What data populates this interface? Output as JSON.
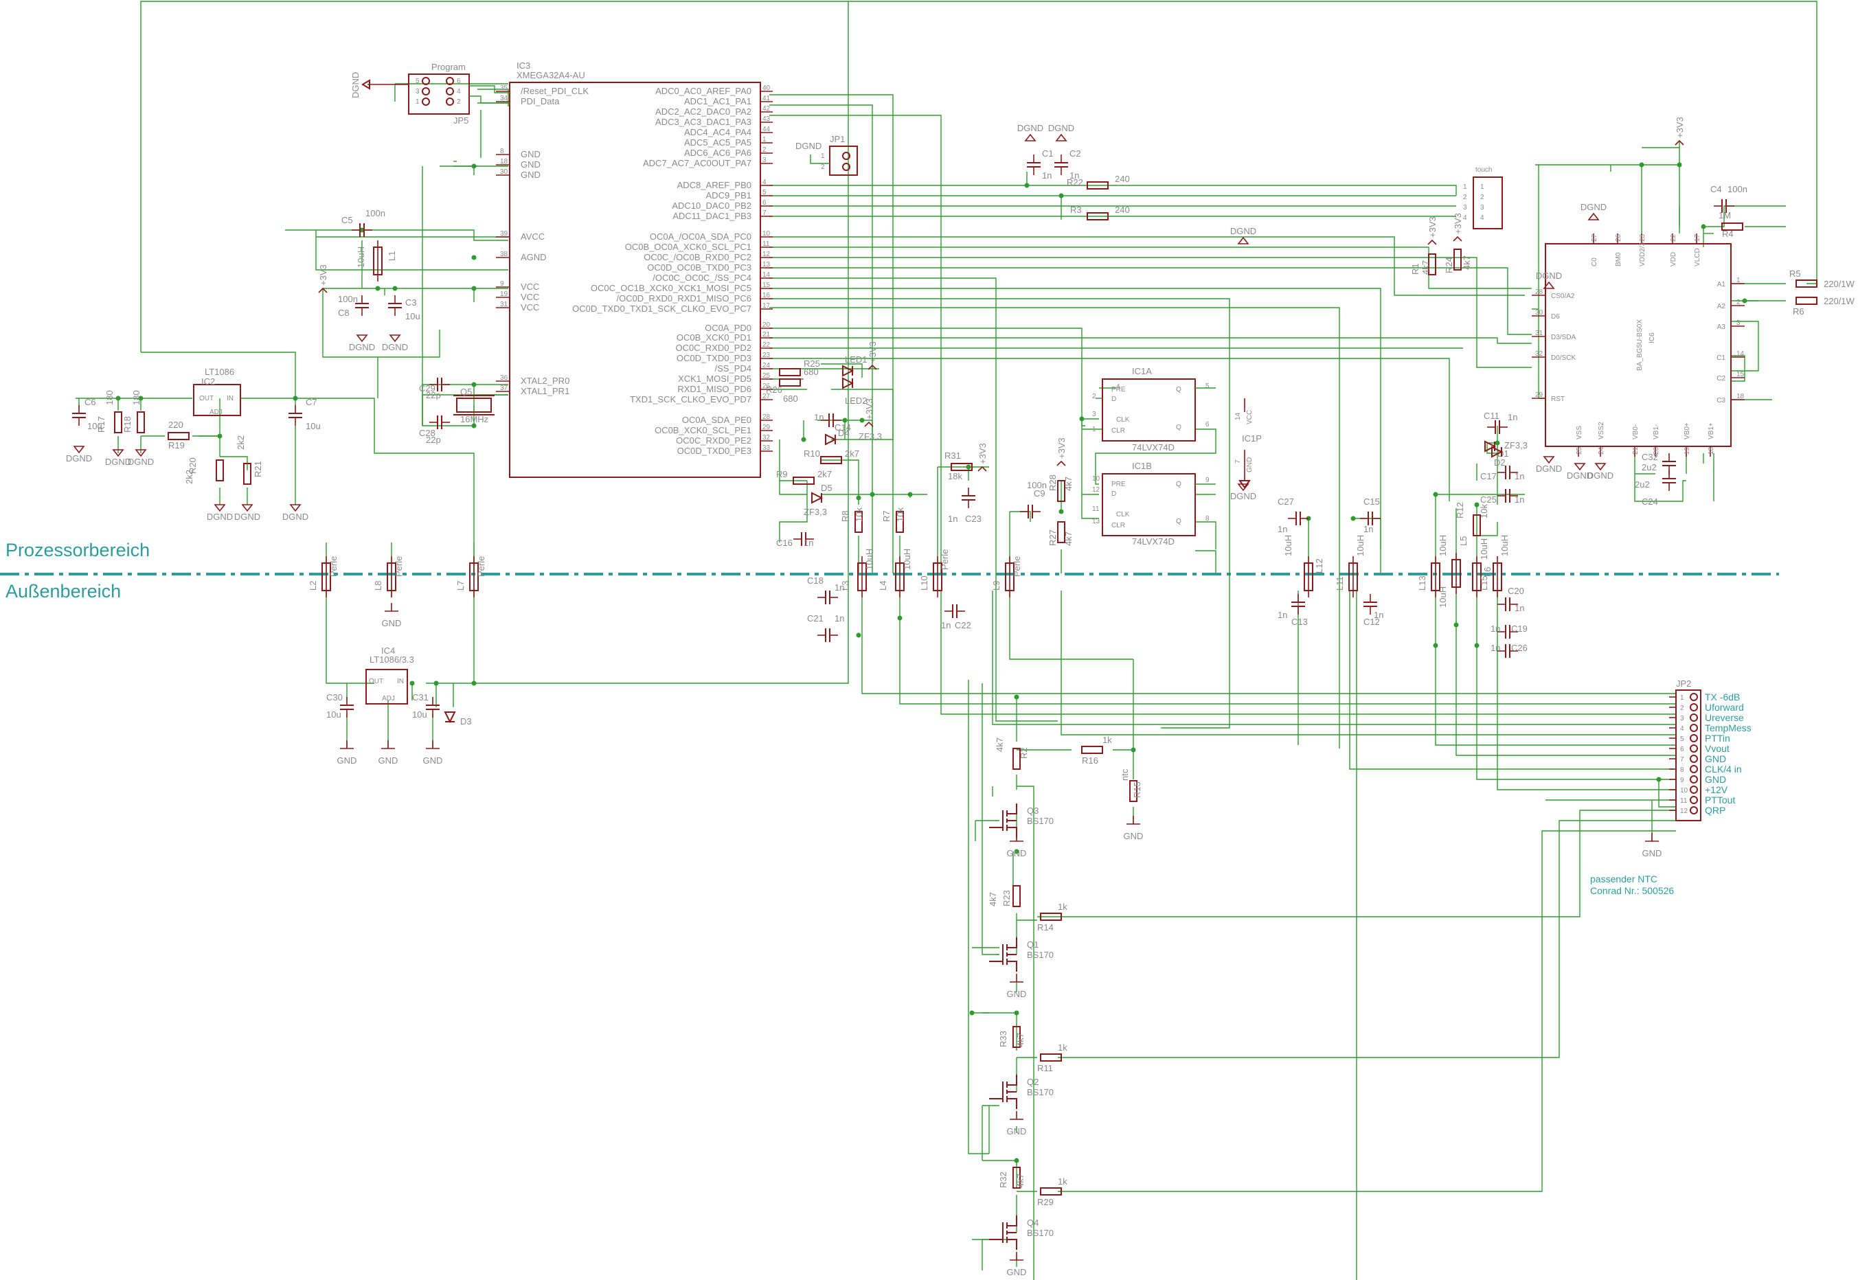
{
  "zones": {
    "upper": "Prozessorbereich",
    "lower": "Außenbereich"
  },
  "ic3": {
    "ref": "IC3",
    "part": "XMEGA32A4-AU",
    "left_pins": [
      {
        "n": "35",
        "name": "/Reset_PDI_CLK"
      },
      {
        "n": "34",
        "name": "PDI_Data"
      },
      {
        "n": "8",
        "name": "GND"
      },
      {
        "n": "18",
        "name": "GND"
      },
      {
        "n": "30",
        "name": "GND"
      },
      {
        "n": "39",
        "name": "AVCC"
      },
      {
        "n": "38",
        "name": "AGND"
      },
      {
        "n": "9",
        "name": "VCC"
      },
      {
        "n": "19",
        "name": "VCC"
      },
      {
        "n": "31",
        "name": "VCC"
      },
      {
        "n": "36",
        "name": "XTAL2_PR0"
      },
      {
        "n": "37",
        "name": "XTAL1_PR1"
      }
    ],
    "right_pins": [
      {
        "n": "40",
        "name": "ADC0_AC0_AREF_PA0"
      },
      {
        "n": "41",
        "name": "ADC1_AC1_PA1"
      },
      {
        "n": "42",
        "name": "ADC2_AC2_DAC0_PA2"
      },
      {
        "n": "43",
        "name": "ADC3_AC3_DAC1_PA3"
      },
      {
        "n": "44",
        "name": "ADC4_AC4_PA4"
      },
      {
        "n": "1",
        "name": "ADC5_AC5_PA5"
      },
      {
        "n": "2",
        "name": "ADC6_AC6_PA6"
      },
      {
        "n": "3",
        "name": "ADC7_AC7_AC0OUT_PA7"
      },
      {
        "n": "4",
        "name": "ADC8_AREF_PB0"
      },
      {
        "n": "5",
        "name": "ADC9_PB1"
      },
      {
        "n": "6",
        "name": "ADC10_DAC0_PB2"
      },
      {
        "n": "7",
        "name": "ADC11_DAC1_PB3"
      },
      {
        "n": "10",
        "name": "OC0A_/OC0A_SDA_PC0"
      },
      {
        "n": "11",
        "name": "OC0B_OC0A_XCK0_SCL_PC1"
      },
      {
        "n": "12",
        "name": "OC0C_/OC0B_RXD0_PC2"
      },
      {
        "n": "13",
        "name": "OC0D_OC0B_TXD0_PC3"
      },
      {
        "n": "14",
        "name": "/OC0C_OC0C_/SS_PC4"
      },
      {
        "n": "15",
        "name": "OC0C_OC1B_XCK0_XCK1_MOSI_PC5"
      },
      {
        "n": "16",
        "name": "/OC0D_RXD0_RXD1_MISO_PC6"
      },
      {
        "n": "17",
        "name": "OC0D_TXD0_TXD1_SCK_CLKO_EVO_PC7"
      },
      {
        "n": "20",
        "name": "OC0A_PD0"
      },
      {
        "n": "21",
        "name": "OC0B_XCK0_PD1"
      },
      {
        "n": "22",
        "name": "OC0C_RXD0_PD2"
      },
      {
        "n": "23",
        "name": "OC0D_TXD0_PD3"
      },
      {
        "n": "24",
        "name": "/SS_PD4"
      },
      {
        "n": "25",
        "name": "XCK1_MOSI_PD5"
      },
      {
        "n": "26",
        "name": "RXD1_MISO_PD6"
      },
      {
        "n": "27",
        "name": "TXD1_SCK_CLKO_EVO_PD7"
      },
      {
        "n": "28",
        "name": "OC0A_SDA_PE0"
      },
      {
        "n": "29",
        "name": "OC0B_XCK0_SCL_PE1"
      },
      {
        "n": "32",
        "name": "OC0C_RXD0_PE2"
      },
      {
        "n": "33",
        "name": "OC0D_TXD0_PE3"
      }
    ]
  },
  "jp5": {
    "ref": "JP5",
    "title": "Program",
    "pins": [
      "1",
      "2",
      "3",
      "4",
      "5",
      "6"
    ]
  },
  "jp1": {
    "ref": "JP1",
    "pins": [
      "1",
      "2"
    ]
  },
  "touch": {
    "title": "touch",
    "pins": [
      "1",
      "2",
      "3",
      "4"
    ]
  },
  "ic1a": {
    "ref": "IC1A",
    "part": "74LVX74D",
    "pins": [
      {
        "n": "4",
        "name": "PRE"
      },
      {
        "n": "2",
        "name": "D"
      },
      {
        "n": "3",
        "name": "CLK"
      },
      {
        "n": "1",
        "name": "CLR"
      },
      {
        "n": "5",
        "name": "Q"
      },
      {
        "n": "6",
        "name": "Q"
      }
    ]
  },
  "ic1b": {
    "ref": "IC1B",
    "part": "74LVX74D",
    "pins": [
      {
        "n": "10",
        "name": "PRE"
      },
      {
        "n": "12",
        "name": "D"
      },
      {
        "n": "11",
        "name": "CLK"
      },
      {
        "n": "13",
        "name": "CLR"
      },
      {
        "n": "9",
        "name": "Q"
      },
      {
        "n": "8",
        "name": "Q"
      }
    ]
  },
  "ic1p": {
    "ref": "IC1P",
    "vcc": "VCC",
    "gnd": "GND",
    "pin_vcc": "14",
    "pin_gnd": "7"
  },
  "ic6": {
    "ref": "IC6",
    "part": "BA_BG5U-BS0X",
    "left_pins": [
      {
        "n": "28",
        "name": "CS0/A2"
      },
      {
        "n": "30",
        "name": "D6"
      },
      {
        "n": "31",
        "name": "D3/SDA"
      },
      {
        "n": "32",
        "name": "D0/SCK"
      },
      {
        "n": "29",
        "name": "RST"
      }
    ],
    "top_pins": [
      {
        "n": "27",
        "name": "C0"
      },
      {
        "n": "26",
        "name": "BM0"
      },
      {
        "n": "23",
        "name": "VDD2/3"
      },
      {
        "n": "22",
        "name": "VDD"
      },
      {
        "n": "17",
        "name": "VLCD"
      }
    ],
    "right_pins": [
      {
        "n": "1",
        "name": "A1"
      },
      {
        "n": "2",
        "name": "A2"
      },
      {
        "n": "3",
        "name": "A3"
      },
      {
        "n": "14",
        "name": "C1"
      },
      {
        "n": "15",
        "name": "C2"
      },
      {
        "n": "18",
        "name": "C3"
      }
    ],
    "bottom_pins": [
      {
        "n": "25",
        "name": "VSS"
      },
      {
        "n": "24",
        "name": "VSS2"
      },
      {
        "n": "21",
        "name": "VB0-"
      },
      {
        "n": "20",
        "name": "VB1-"
      },
      {
        "n": "19",
        "name": "VB0+"
      },
      {
        "n": "18",
        "name": "VB1+"
      }
    ]
  },
  "regulators": [
    {
      "ref": "IC2",
      "part": "LT1086",
      "pins": [
        "OUT",
        "IN",
        "ADJ"
      ]
    },
    {
      "ref": "IC4",
      "part": "LT1086/3.3",
      "pins": [
        "OUT",
        "IN",
        "ADJ"
      ]
    }
  ],
  "jp2": {
    "ref": "JP2",
    "pins": [
      "1",
      "2",
      "3",
      "4",
      "5",
      "6",
      "7",
      "8",
      "9",
      "10",
      "11",
      "12"
    ],
    "signals": [
      "TX -6dB",
      "Uforward",
      "Ureverse",
      "TempMess",
      "PTTin",
      "Vvout",
      "GND",
      "CLK/4 in",
      "GND",
      "+12V",
      "PTTout",
      "QRP"
    ]
  },
  "note": {
    "line1": "passender NTC",
    "line2": "Conrad Nr.: 500526"
  },
  "supplies": {
    "dgnd": "DGND",
    "gnd": "GND",
    "v33": "+3V3"
  },
  "parts": {
    "C1": {
      "ref": "C1",
      "val": "1n"
    },
    "C2": {
      "ref": "C2",
      "val": "1n"
    },
    "C3": {
      "ref": "C3",
      "val": "10u"
    },
    "C4": {
      "ref": "C4",
      "val": "100n"
    },
    "C5": {
      "ref": "C5",
      "val": "100n"
    },
    "C6": {
      "ref": "C6",
      "val": "10u"
    },
    "C7": {
      "ref": "C7",
      "val": "10u"
    },
    "C8": {
      "ref": "C8",
      "val": "100n"
    },
    "C11": {
      "ref": "C11",
      "val": "1n"
    },
    "C12": {
      "ref": "C12",
      "val": "1n"
    },
    "C13": {
      "ref": "C13",
      "val": "1n"
    },
    "C14": {
      "ref": "C14",
      "val": "1n"
    },
    "C15": {
      "ref": "C15",
      "val": "1n"
    },
    "C16": {
      "ref": "C16",
      "val": "1n"
    },
    "C17": {
      "ref": "C17",
      "val": "1n"
    },
    "C18": {
      "ref": "C18",
      "val": "1n"
    },
    "C19": {
      "ref": "C19",
      "val": "1n"
    },
    "C20": {
      "ref": "C20",
      "val": "1n"
    },
    "C21": {
      "ref": "C21",
      "val": "1n"
    },
    "C22": {
      "ref": "C22",
      "val": "1n"
    },
    "C23": {
      "ref": "C23",
      "val": "1n"
    },
    "C24": {
      "ref": "C24",
      "val": "2u2"
    },
    "C25": {
      "ref": "C25",
      "val": "1n"
    },
    "C26": {
      "ref": "C26",
      "val": "1n"
    },
    "C27": {
      "ref": "C27",
      "val": "1n"
    },
    "C28": {
      "ref": "C28",
      "val": "22p"
    },
    "C29": {
      "ref": "C29",
      "val": "22p"
    },
    "C30": {
      "ref": "C30",
      "val": "10u"
    },
    "C31": {
      "ref": "C31",
      "val": "10u"
    },
    "C32": {
      "ref": "C32",
      "val": "2u2"
    },
    "C9": {
      "ref": "C9",
      "val": "100n"
    },
    "R1": {
      "ref": "R1",
      "val": "4k7"
    },
    "R2": {
      "ref": "R2",
      "val": "4k7"
    },
    "R3": {
      "ref": "R3",
      "val": "240"
    },
    "R4": {
      "ref": "R4",
      "val": "1M"
    },
    "R5": {
      "ref": "R5",
      "val": "220/1W"
    },
    "R6": {
      "ref": "R6",
      "val": "220/1W"
    },
    "R7": {
      "ref": "R7",
      "val": "10k"
    },
    "R8": {
      "ref": "R8",
      "val": "10k"
    },
    "R9": {
      "ref": "R9",
      "val": "2k7"
    },
    "R10": {
      "ref": "R10",
      "val": "2k7"
    },
    "R11": {
      "ref": "R11",
      "val": "1k"
    },
    "R12": {
      "ref": "R12",
      "val": "10k"
    },
    "R14": {
      "ref": "R14",
      "val": "1k"
    },
    "R15": {
      "ref": "R15",
      "val": "ntc"
    },
    "R16": {
      "ref": "R16",
      "val": "1k"
    },
    "R17": {
      "ref": "R17",
      "val": "180"
    },
    "R18": {
      "ref": "R18",
      "val": "180"
    },
    "R19": {
      "ref": "R19",
      "val": "220"
    },
    "R20": {
      "ref": "R20",
      "val": "2k2"
    },
    "R21": {
      "ref": "R21",
      "val": "2k2"
    },
    "R22": {
      "ref": "R22",
      "val": "240"
    },
    "R23": {
      "ref": "R23",
      "val": "4k7"
    },
    "R24": {
      "ref": "R24",
      "val": "4k7"
    },
    "R25": {
      "ref": "R25",
      "val": "680"
    },
    "R26": {
      "ref": "R26",
      "val": "680"
    },
    "R27": {
      "ref": "R27",
      "val": "4k7"
    },
    "R28": {
      "ref": "R28",
      "val": "4k7"
    },
    "R29": {
      "ref": "R29",
      "val": "1k"
    },
    "R31": {
      "ref": "R31",
      "val": "18k"
    },
    "R32": {
      "ref": "R32",
      "val": "4k7"
    },
    "R33": {
      "ref": "R33",
      "val": "4k7"
    },
    "L1": {
      "ref": "L1",
      "val": "10uH"
    },
    "L2": {
      "ref": "L2",
      "val": "Perle"
    },
    "L3": {
      "ref": "L3",
      "val": "10uH"
    },
    "L4": {
      "ref": "L4",
      "val": "10uH"
    },
    "L5": {
      "ref": "L5",
      "val": "10uH"
    },
    "L6": {
      "ref": "L6",
      "val": "10uH"
    },
    "L7": {
      "ref": "L7",
      "val": "Perle"
    },
    "L8": {
      "ref": "L8",
      "val": "Perle"
    },
    "L9": {
      "ref": "L9",
      "val": "Perle"
    },
    "L10": {
      "ref": "L10",
      "val": "Perle"
    },
    "L11": {
      "ref": "L11",
      "val": "10uH"
    },
    "L12": {
      "ref": "L12",
      "val": "10uH"
    },
    "L13": {
      "ref": "L13",
      "val": "10uH"
    },
    "L14": {
      "ref": "L14",
      "val": "10uH"
    },
    "L15": {
      "ref": "L15",
      "val": "10uH"
    },
    "D1": {
      "ref": "D1",
      "val": ""
    },
    "D2": {
      "ref": "D2",
      "val": "ZF3,3"
    },
    "D3": {
      "ref": "D3",
      "val": ""
    },
    "D4": {
      "ref": "D4",
      "val": "ZF3,3"
    },
    "D5": {
      "ref": "D5",
      "val": "ZF3,3"
    },
    "LED1": {
      "ref": "LED1",
      "val": ""
    },
    "LED2": {
      "ref": "LED2",
      "val": ""
    },
    "Q1": {
      "ref": "Q1",
      "val": "BS170"
    },
    "Q2": {
      "ref": "Q2",
      "val": "BS170"
    },
    "Q3": {
      "ref": "Q3",
      "val": "BS170"
    },
    "Q4": {
      "ref": "Q4",
      "val": "BS170"
    },
    "Q5": {
      "ref": "Q5",
      "val": "16MHz"
    }
  }
}
